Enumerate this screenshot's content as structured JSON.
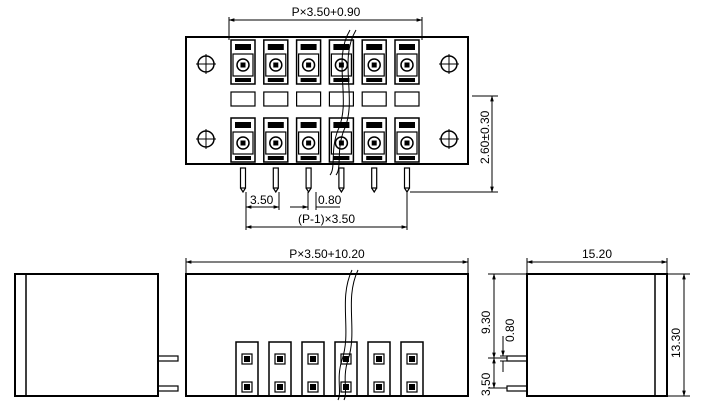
{
  "drawing": {
    "dimensions": {
      "top_width": "P×3.50+0.90",
      "height_offset": "2.60±0.30",
      "pitch": "3.50",
      "pin_width": "0.80",
      "pin_span": "(P-1)×3.50",
      "front_width": "P×3.50+10.20",
      "side_height_a": "9.30",
      "side_pin": "0.80",
      "side_pin_pos": "3.50",
      "depth": "15.20",
      "total_height": "13.30"
    },
    "positions": 6
  }
}
